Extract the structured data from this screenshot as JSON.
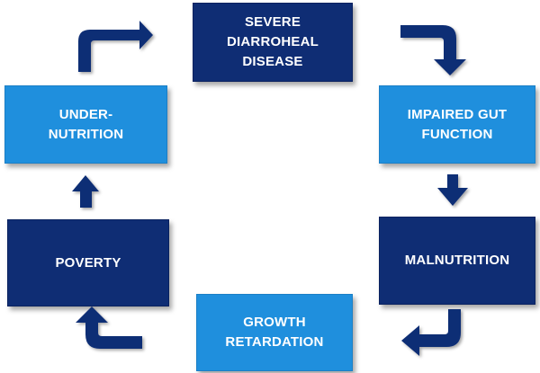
{
  "diagram": {
    "colors": {
      "dark": "#0f2d74",
      "light": "#1f8fdd",
      "arrow": "#0f2d74"
    },
    "nodes": [
      {
        "id": "severe",
        "label": "SEVERE\nDIARROHEAL\nDISEASE",
        "style": "dark"
      },
      {
        "id": "impaired",
        "label": "IMPAIRED GUT\nFUNCTION",
        "style": "light"
      },
      {
        "id": "malnutrition",
        "label": "MALNUTRITION",
        "style": "dark"
      },
      {
        "id": "growth",
        "label": "GROWTH\nRETARDATION",
        "style": "light"
      },
      {
        "id": "poverty",
        "label": "POVERTY",
        "style": "dark"
      },
      {
        "id": "under",
        "label": "UNDER-\nNUTRITION",
        "style": "light"
      }
    ],
    "edges": [
      {
        "from": "severe",
        "to": "impaired"
      },
      {
        "from": "impaired",
        "to": "malnutrition"
      },
      {
        "from": "malnutrition",
        "to": "growth"
      },
      {
        "from": "growth",
        "to": "poverty"
      },
      {
        "from": "poverty",
        "to": "under"
      },
      {
        "from": "under",
        "to": "severe"
      }
    ]
  }
}
